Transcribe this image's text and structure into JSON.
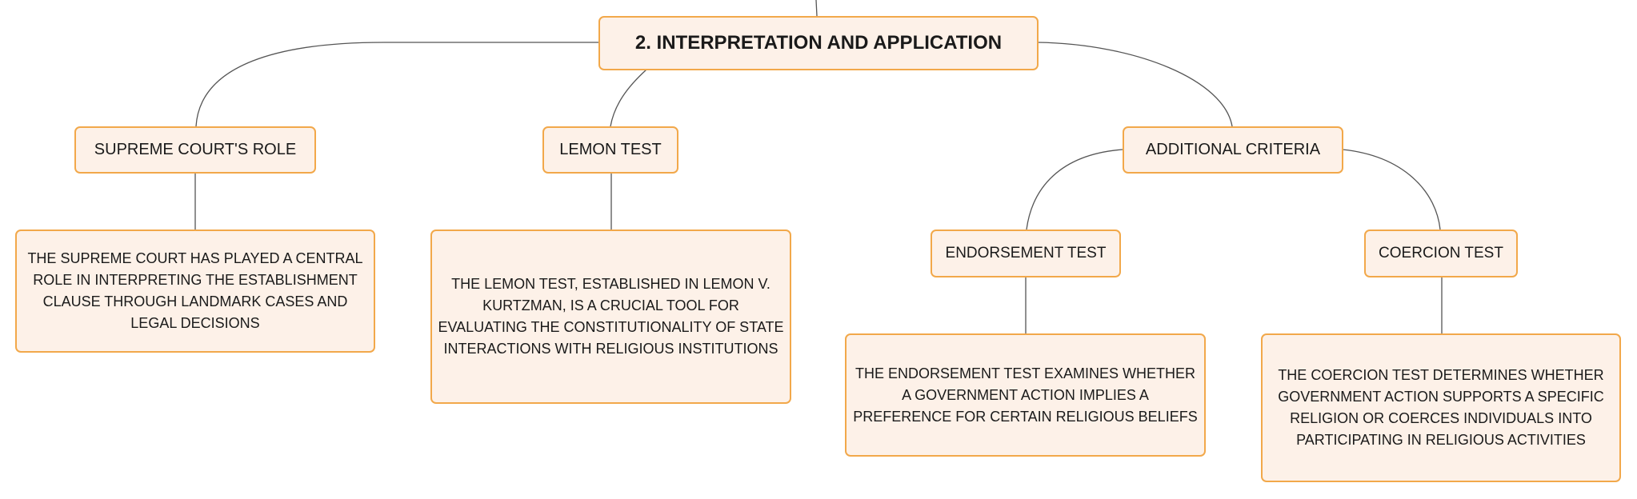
{
  "colors": {
    "node_fill": "#fdf1e8",
    "node_border": "#f2a84a",
    "edge": "#555555"
  },
  "root": {
    "label": "2. INTERPRETATION AND APPLICATION"
  },
  "supreme_court": {
    "label": "SUPREME COURT'S ROLE",
    "desc": "THE SUPREME COURT HAS PLAYED A CENTRAL ROLE IN INTERPRETING THE ESTABLISHMENT CLAUSE THROUGH LANDMARK CASES AND LEGAL DECISIONS"
  },
  "lemon": {
    "label": "LEMON TEST",
    "desc": "THE LEMON TEST, ESTABLISHED IN LEMON V. KURTZMAN, IS A CRUCIAL TOOL FOR EVALUATING THE CONSTITUTIONALITY OF STATE INTERACTIONS WITH RELIGIOUS INSTITUTIONS"
  },
  "additional": {
    "label": "ADDITIONAL CRITERIA",
    "endorsement": {
      "label": "ENDORSEMENT TEST",
      "desc": "THE ENDORSEMENT TEST EXAMINES WHETHER A GOVERNMENT ACTION IMPLIES A PREFERENCE FOR CERTAIN RELIGIOUS BELIEFS"
    },
    "coercion": {
      "label": "COERCION TEST",
      "desc": "THE COERCION TEST DETERMINES WHETHER GOVERNMENT ACTION SUPPORTS A SPECIFIC RELIGION OR COERCES INDIVIDUALS INTO PARTICIPATING IN RELIGIOUS ACTIVITIES"
    }
  }
}
